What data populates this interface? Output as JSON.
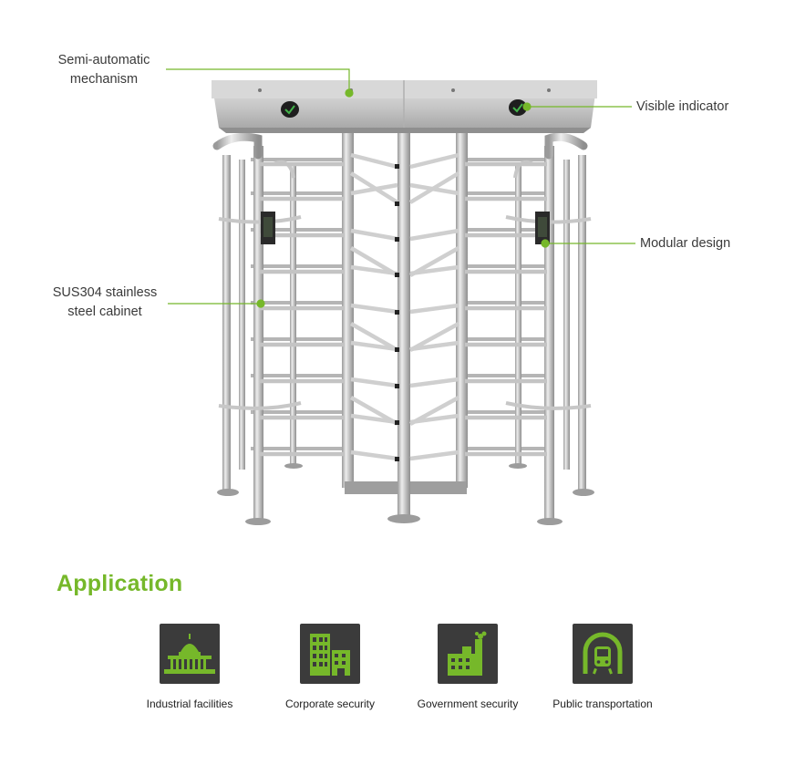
{
  "callouts": {
    "semi_line1": "Semi-automatic",
    "semi_line2": "mechanism",
    "visible_indicator": "Visible indicator",
    "modular_design": "Modular design",
    "sus_line1": "SUS304 stainless",
    "sus_line2": "steel cabinet"
  },
  "application": {
    "heading": "Application",
    "items": [
      {
        "label": "Industrial facilities",
        "icon": "capitol-building-icon"
      },
      {
        "label": "Corporate security",
        "icon": "office-buildings-icon"
      },
      {
        "label": "Government security",
        "icon": "factory-icon"
      },
      {
        "label": "Public transportation",
        "icon": "train-tunnel-icon"
      }
    ]
  },
  "colors": {
    "accent_green": "#76b82a",
    "icon_tile": "#3b3b3b",
    "steel": "#c9c9c9"
  }
}
